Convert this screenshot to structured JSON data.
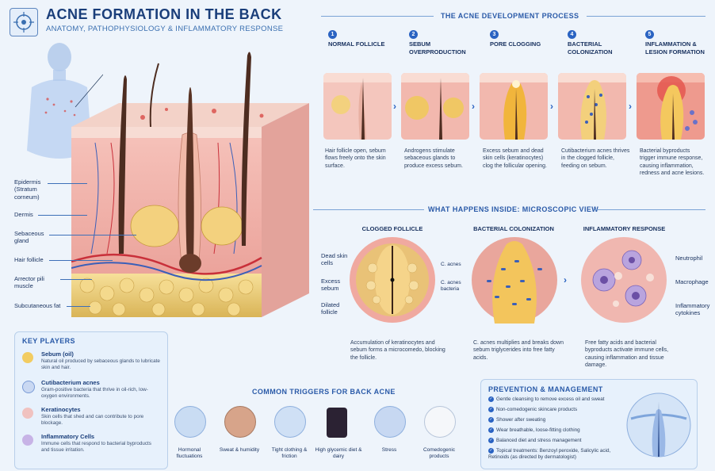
{
  "header": {
    "title": "ACNE FORMATION IN THE BACK",
    "subtitle": "ANATOMY, PATHOPHYSIOLOGY & INFLAMMATORY RESPONSE"
  },
  "anatomy_labels": [
    "Epidermis (Stratum corneum)",
    "Dermis",
    "Sebaceous gland",
    "Hair follicle",
    "Arrector pili muscle",
    "Subcutaneous fat"
  ],
  "process": {
    "heading": "THE ACNE DEVELOPMENT PROCESS",
    "stages": [
      {
        "num": "1",
        "title": "NORMAL FOLLICLE",
        "desc": "Hair follicle open, sebum flows freely onto the skin surface."
      },
      {
        "num": "2",
        "title": "SEBUM OVERPRODUCTION",
        "desc": "Androgens stimulate sebaceous glands to produce excess sebum."
      },
      {
        "num": "3",
        "title": "PORE CLOGGING",
        "desc": "Excess sebum and dead skin cells (keratinocytes) clog the follicular opening."
      },
      {
        "num": "4",
        "title": "BACTERIAL COLONIZATION",
        "desc": "Cutibacterium acnes thrives in the clogged follicle, feeding on sebum."
      },
      {
        "num": "5",
        "title": "INFLAMMATION & LESION FORMATION",
        "desc": "Bacterial byproducts trigger immune response, causing inflammation, redness and acne lesions."
      }
    ]
  },
  "micro": {
    "heading": "WHAT HAPPENS INSIDE: MICROSCOPIC VIEW",
    "panels": [
      {
        "title": "CLOGGED FOLLICLE",
        "desc": "Accumulation of keratinocytes and sebum forms a microcomedo, blocking the follicle.",
        "labels": [
          "Dead skin cells",
          "Excess sebum",
          "Dilated follicle"
        ]
      },
      {
        "title": "BACTERIAL COLONIZATION",
        "desc": "C. acnes multiplies and breaks down sebum triglycerides into free fatty acids.",
        "labels": [
          "C. acnes",
          "C. acnes bacteria"
        ]
      },
      {
        "title": "INFLAMMATORY RESPONSE",
        "desc": "Free fatty acids and bacterial byproducts activate immune cells, causing inflammation and tissue damage.",
        "labels": [
          "Neutrophil",
          "Macrophage",
          "Inflammatory cytokines"
        ]
      }
    ]
  },
  "key_players": {
    "heading": "KEY PLAYERS",
    "items": [
      {
        "name": "Sebum (oil)",
        "desc": "Natural oil produced by sebaceous glands to lubricate skin and hair."
      },
      {
        "name": "Cutibacterium acnes",
        "desc": "Gram-positive bacteria that thrive in oil-rich, low-oxygen environments."
      },
      {
        "name": "Keratinocytes",
        "desc": "Skin cells that shed and can contribute to pore blockage."
      },
      {
        "name": "Inflammatory Cells",
        "desc": "Immune cells that respond to bacterial byproducts and tissue irritation."
      }
    ]
  },
  "triggers": {
    "heading": "COMMON TRIGGERS FOR BACK ACNE",
    "items": [
      "Hormonal fluctuations",
      "Sweat & humidity",
      "Tight clothing & friction",
      "High glycemic diet & dairy",
      "Stress",
      "Comedogenic products"
    ]
  },
  "prevention": {
    "heading": "PREVENTION & MANAGEMENT",
    "items": [
      "Gentle cleansing to remove excess oil and sweat",
      "Non-comedogenic skincare products",
      "Shower after sweating",
      "Wear breathable, loose-fitting clothing",
      "Balanced diet and stress management",
      "Topical treatments: Benzoyl peroxide, Salicylic acid, Retinoids (as directed by dermatologist)"
    ]
  },
  "colors": {
    "accent": "#2a63c2",
    "skin": "#f2b5ae",
    "fat": "#f3d78a",
    "inflammation": "#e4574f"
  }
}
